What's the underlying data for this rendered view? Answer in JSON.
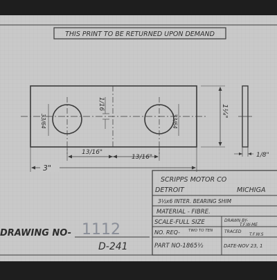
{
  "header": {
    "notice": "THIS PRINT TO BE RETURNED UPON DEMAND"
  },
  "dimensions": {
    "length": "3\"",
    "height": "1¼\"",
    "hole_spacing_left": "13/16\"",
    "hole_spacing_right": "13/16\"",
    "hole_offset": "1/16",
    "hole_diameter_left": "33/64",
    "hole_diameter_right": "33/64",
    "thickness": "1/8\""
  },
  "title_block": {
    "company": "SCRIPPS MOTOR CO",
    "city": "DETROIT",
    "state": "MICHIGA",
    "description": "3½x6 INTER. BEARING SHIM",
    "material": "MATERIAL - FIBRE.",
    "scale": "SCALE-FULL SIZE",
    "drawn_by_label": "DRAWN BY-",
    "drawn_by": "T.F.W-ME",
    "no_req_label": "NO. REQ-",
    "no_req": "TWO TO TEN",
    "traced_label": "TRACED",
    "traced_by": "T.F.W.S",
    "part_no": "PART NO-1865½",
    "date": "DATE-NOV 23, 1"
  },
  "drawing_no": {
    "label": "DRAWING NO-",
    "stamp": "1112",
    "code": "D-241"
  },
  "colors": {
    "paper": "#c9c9c9",
    "ink": "#3a3a3a",
    "stamp": "#8a8e98"
  }
}
